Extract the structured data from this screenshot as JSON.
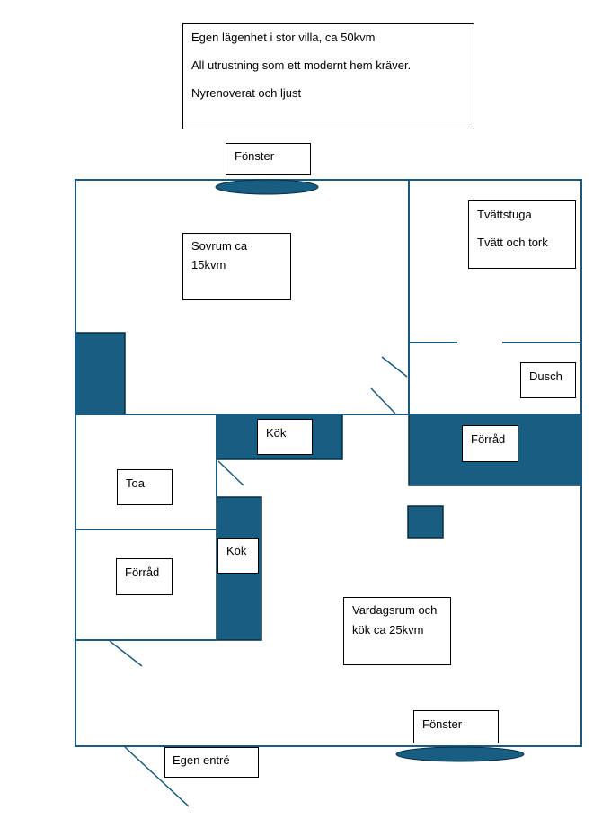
{
  "colors": {
    "wall": "#1b5a7e",
    "fill": "#185d82",
    "text": "#000000",
    "background": "#ffffff"
  },
  "info": {
    "line1": "Egen lägenhet i stor villa, ca 50kvm",
    "line2": "All utrustning som ett modernt hem kräver.",
    "line3": "Nyrenoverat och ljust"
  },
  "labels": {
    "window_top": "Fönster",
    "bedroom_1": "Sovrum ca",
    "bedroom_2": "15kvm",
    "laundry_1": "Tvättstuga",
    "laundry_2": "Tvätt och tork",
    "shower": "Dusch",
    "storage_right": "Förråd",
    "kitchen_top": "Kök",
    "toilet": "Toa",
    "kitchen_side": "Kök",
    "storage_left": "Förråd",
    "living_1": "Vardagsrum och",
    "living_2": "kök ca 25kvm",
    "window_bottom": "Fönster",
    "entrance": "Egen entré"
  }
}
